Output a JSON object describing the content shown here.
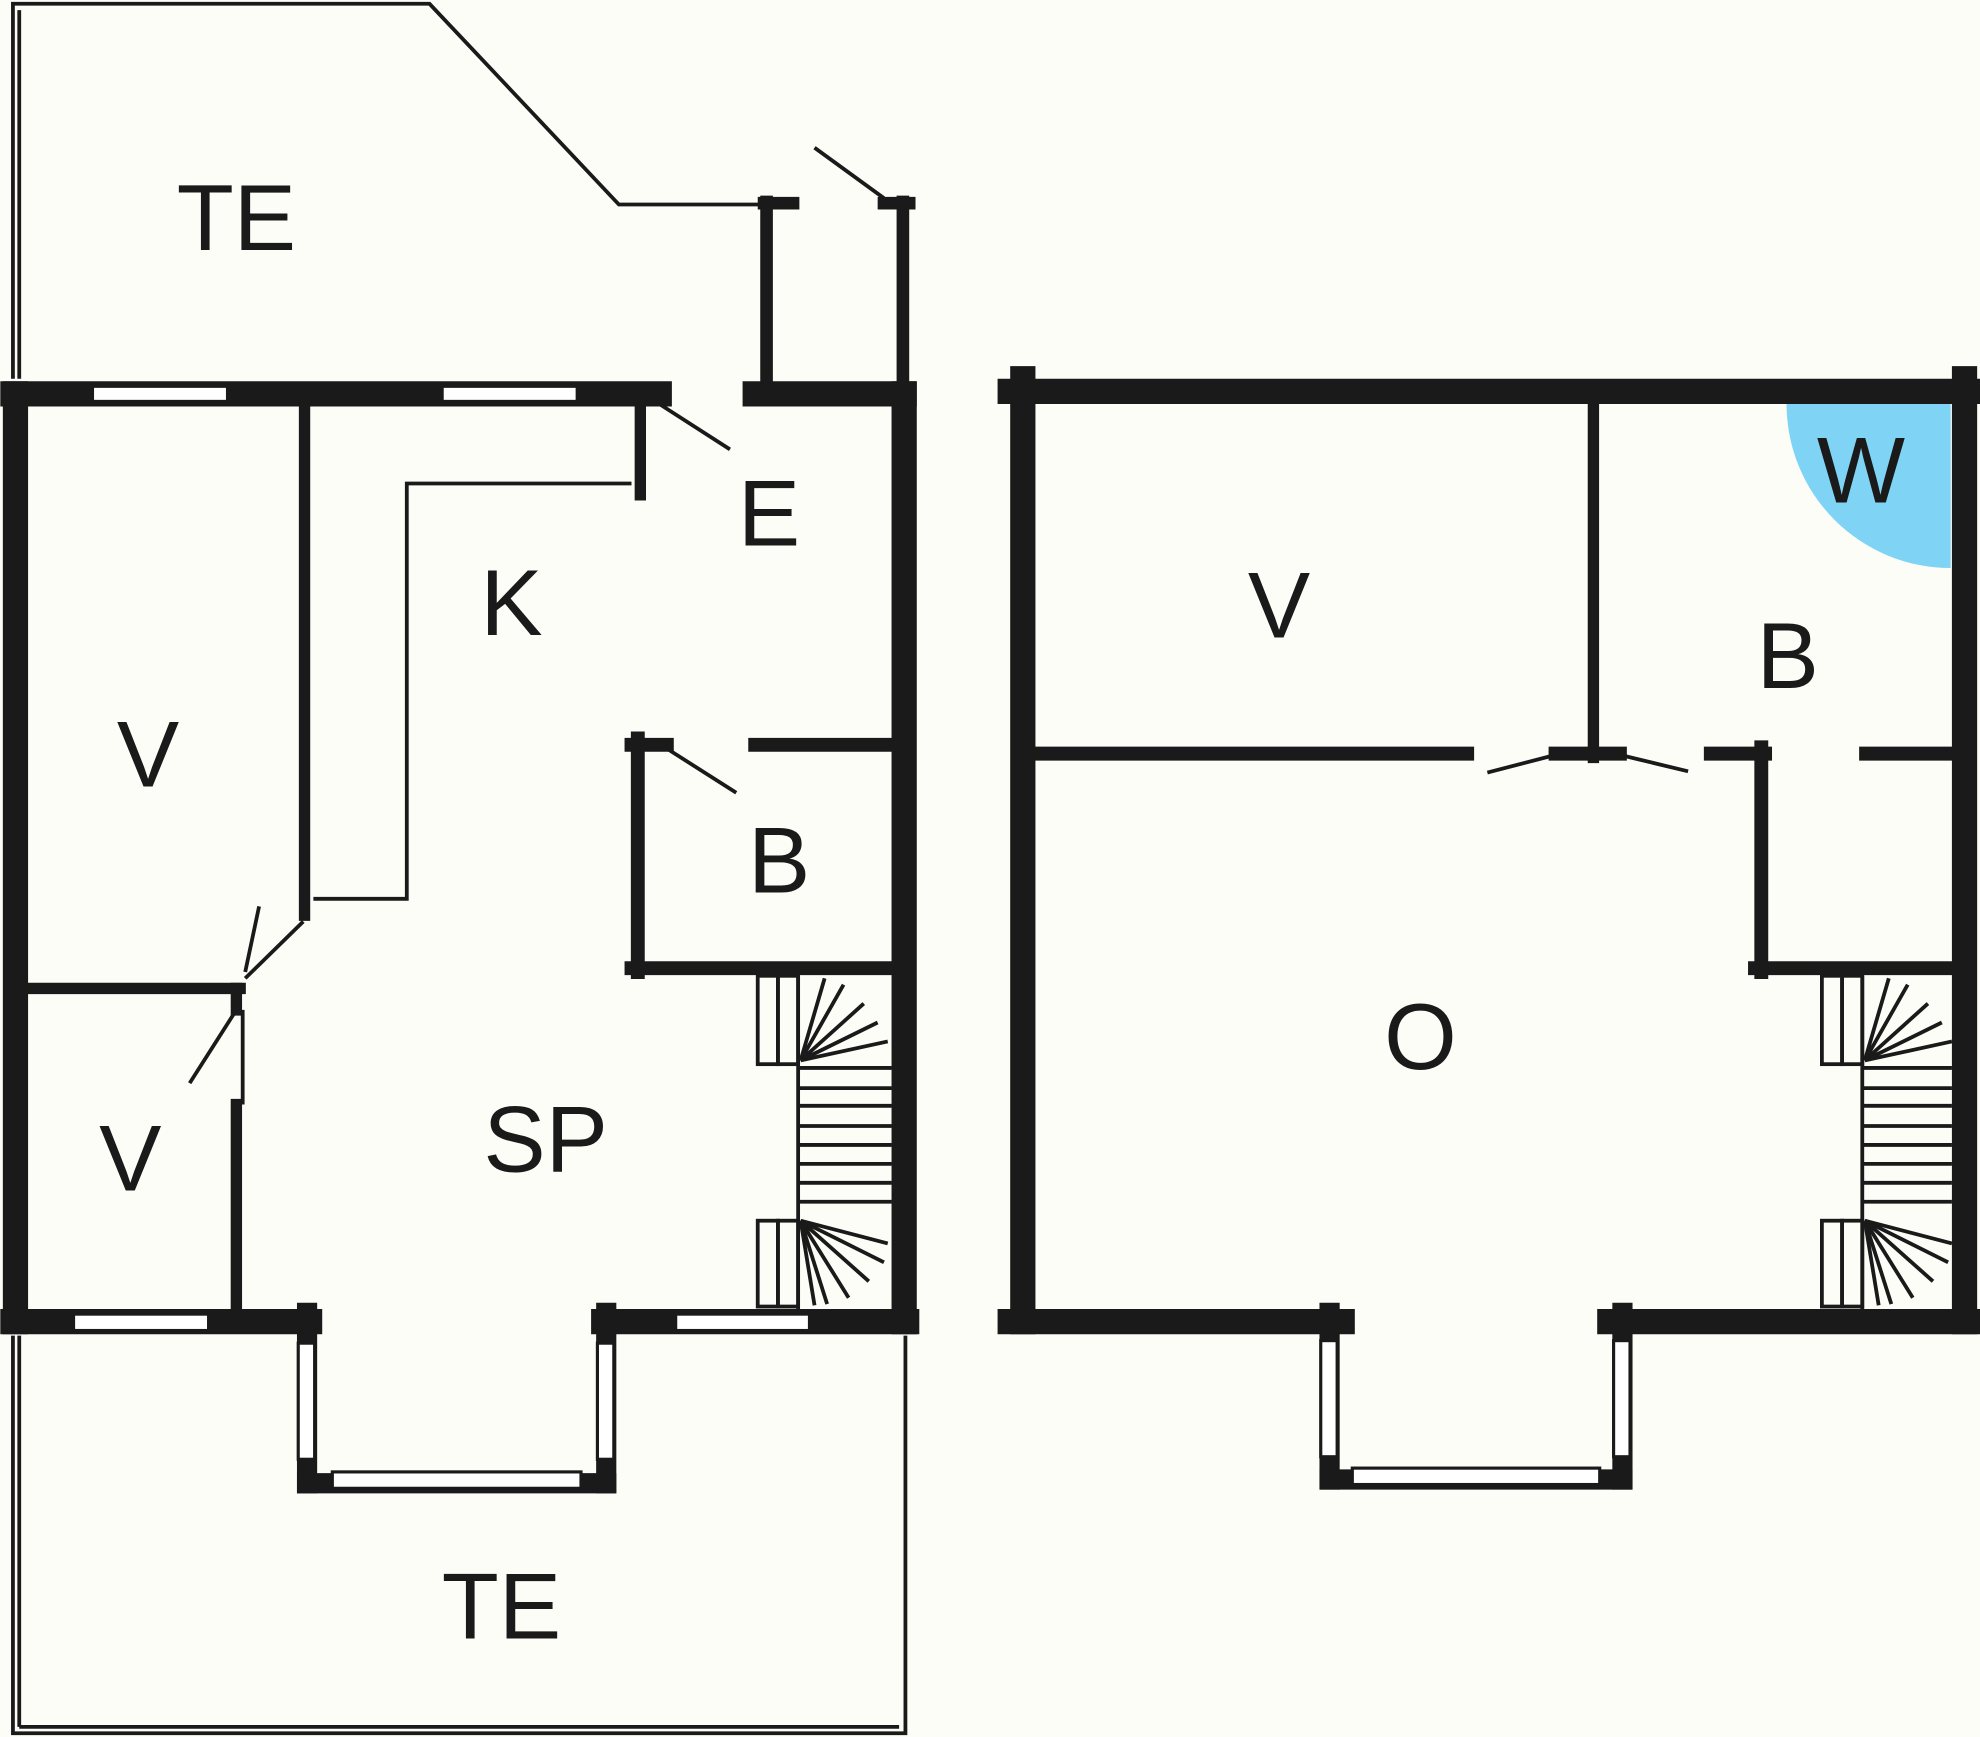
{
  "colors": {
    "wall": "#1a1a1a",
    "background": "#fdfdf8",
    "wc_zone": "#7fd4f5"
  },
  "ground_floor": {
    "rooms": {
      "terrace_top": "TE",
      "entrance": "E",
      "kitchen": "K",
      "bedroom_large": "V",
      "bathroom": "B",
      "living": "SP",
      "bedroom_small": "V",
      "terrace_bottom": "TE"
    }
  },
  "upper_floor": {
    "rooms": {
      "bedroom": "V",
      "wc": "W",
      "bathroom": "B",
      "open_area": "O"
    }
  }
}
